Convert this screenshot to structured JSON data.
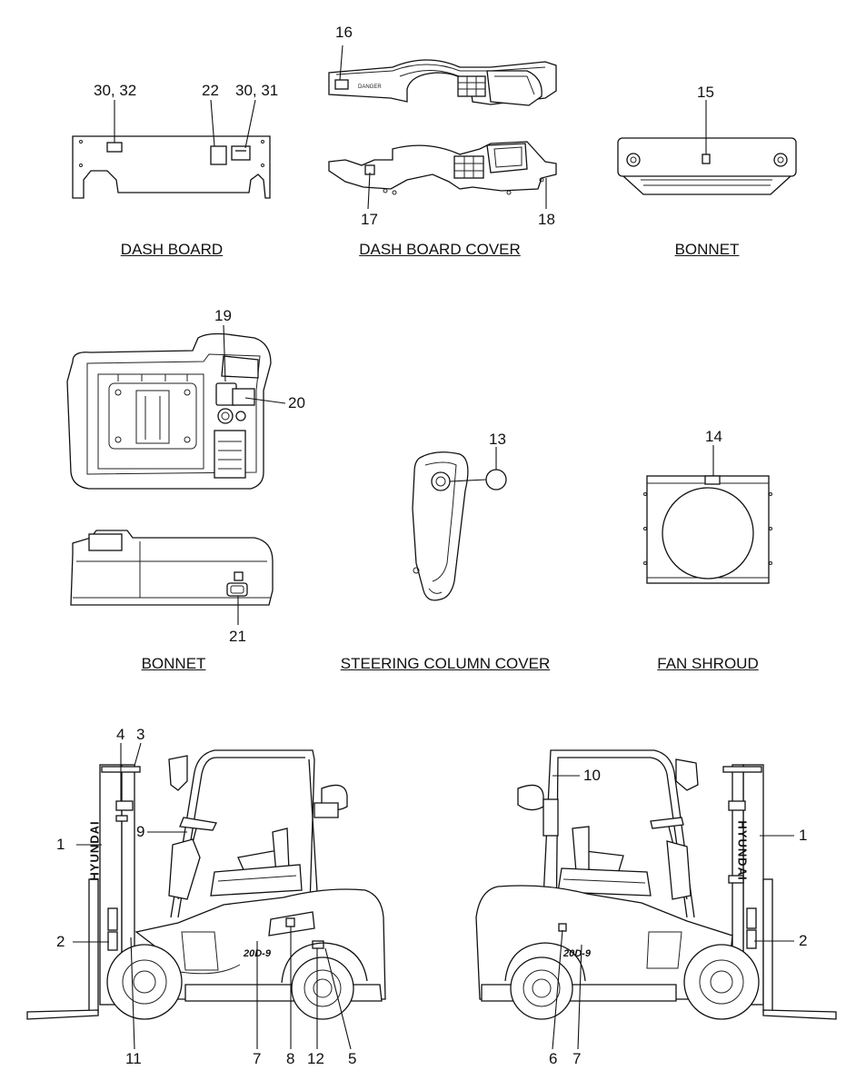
{
  "captions": {
    "dash_board": "DASH BOARD",
    "dash_board_cover": "DASH BOARD COVER",
    "bonnet_top": "BONNET",
    "bonnet_mid": "BONNET",
    "steering_column_cover": "STEERING COLUMN COVER",
    "fan_shroud": "FAN SHROUD"
  },
  "callouts": {
    "c30_32": "30, 32",
    "c22": "22",
    "c30_31": "30, 31",
    "c16": "16",
    "c17": "17",
    "c18": "18",
    "c15": "15",
    "c19": "19",
    "c20": "20",
    "c13": "13",
    "c14": "14",
    "c21": "21",
    "left_4": "4",
    "left_3": "3",
    "left_1": "1",
    "left_9": "9",
    "left_2": "2",
    "left_11": "11",
    "left_7": "7",
    "left_8": "8",
    "left_12": "12",
    "left_5": "5",
    "right_10": "10",
    "right_1": "1",
    "right_2": "2",
    "right_6": "6",
    "right_7": "7"
  },
  "truck_markings": {
    "mast_brand": "HYUNDAI",
    "model_badge": "20D-9"
  }
}
